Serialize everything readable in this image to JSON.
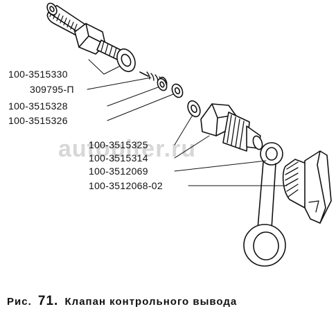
{
  "parts": {
    "p1": "100-3515330",
    "p2": "309795-П",
    "p3": "100-3515328",
    "p4": "100-3515326",
    "p5": "100-3515325",
    "p6": "100-3515314",
    "p7": "100-3512069",
    "p8": "100-3512068-02"
  },
  "caption": {
    "prefix": "Рис.",
    "number": "71.",
    "title": "Клапан контрольного вывода"
  },
  "watermark": "autopiter.ru",
  "colors": {
    "ink": "#111111",
    "background": "#ffffff",
    "watermark": "#d7d7d7"
  }
}
